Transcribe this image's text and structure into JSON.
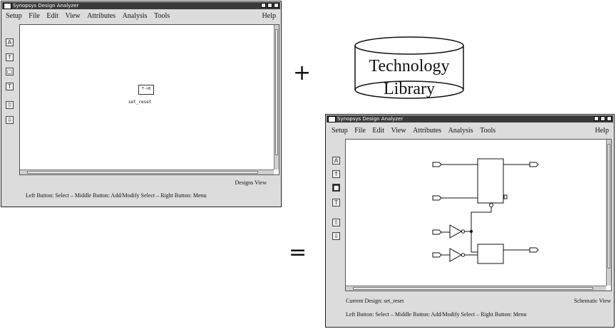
{
  "window1": {
    "title": "Synopsys Design Analyzer",
    "menu": [
      "Setup",
      "File",
      "Edit",
      "View",
      "Attributes",
      "Analysis",
      "Tools"
    ],
    "help": "Help",
    "tools": [
      "A",
      "↑",
      "▢",
      "T",
      "⇧",
      "⇩"
    ],
    "symbol_label": "T->B",
    "design_name": "set_reset",
    "view_label": "Designs View",
    "status": "Left Button: Select  –  Middle Button: Add/Modify Select  –  Right Button: Menu"
  },
  "operators": {
    "plus": "+",
    "equals": "="
  },
  "library": {
    "line1": "Technology",
    "line2": "Library"
  },
  "window2": {
    "title": "Synopsys Design Analyzer",
    "menu": [
      "Setup",
      "File",
      "Edit",
      "View",
      "Attributes",
      "Analysis",
      "Tools"
    ],
    "help": "Help",
    "tools": [
      "A",
      "↑",
      "■",
      "T",
      "⇧",
      "⇩"
    ],
    "current_design": "Current Design: set_reset",
    "view_label": "Schematic View",
    "status": "Left Button: Select  –  Middle Button: Add/Modify Select  –  Right Button: Menu"
  }
}
